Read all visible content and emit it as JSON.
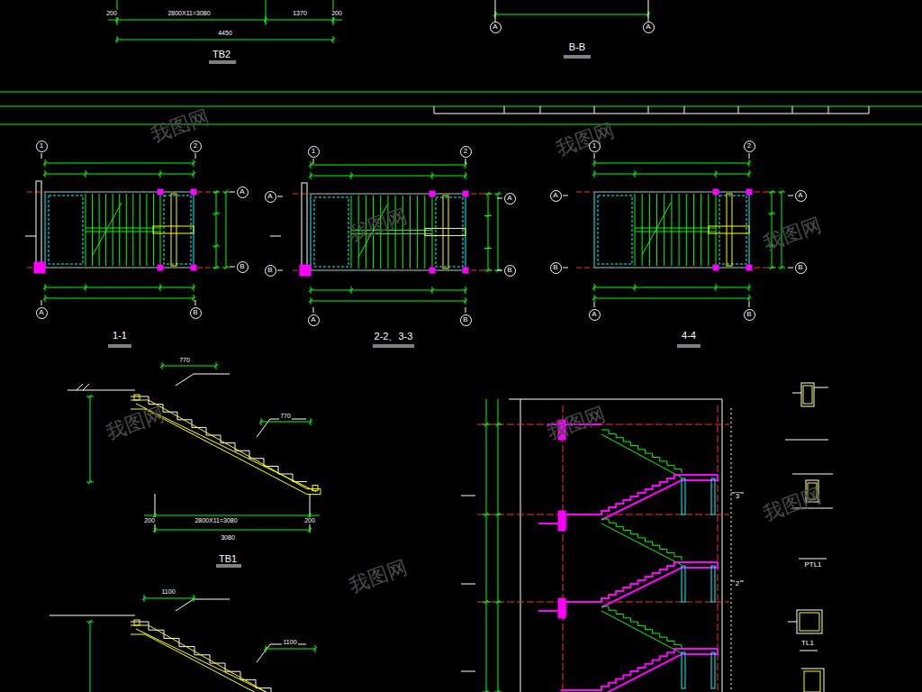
{
  "diagram": {
    "nodes": [
      {
        "text": [
          "A"
        ]
      },
      {
        "text": [
          "A"
        ]
      },
      {
        "text": [
          "1"
        ]
      },
      {
        "text": [
          "2"
        ]
      },
      {
        "text": [
          "1"
        ]
      },
      {
        "text": [
          "2"
        ]
      },
      {
        "text": [
          "1"
        ]
      },
      {
        "text": [
          "2"
        ]
      },
      {
        "text": [
          "A"
        ]
      },
      {
        "text": [
          "B"
        ]
      },
      {
        "text": [
          "A"
        ]
      },
      {
        "text": [
          "B"
        ]
      },
      {
        "text": [
          "A"
        ]
      },
      {
        "text": [
          "B"
        ]
      },
      {
        "text": [
          "A"
        ]
      },
      {
        "text": [
          "B"
        ]
      },
      {
        "text": [
          "A"
        ]
      },
      {
        "text": [
          "B"
        ]
      },
      {
        "text": [
          "A"
        ]
      },
      {
        "text": [
          "B"
        ]
      },
      {
        "text": [
          "A"
        ]
      },
      {
        "text": [
          "B"
        ]
      },
      {
        "text": [
          "A"
        ]
      },
      {
        "text": [
          "B"
        ]
      }
    ],
    "labels": [
      "200",
      "2800X11=3080",
      "1370",
      "200",
      "4450",
      "TB2",
      "B-B",
      "1-1",
      "2-2、3-3",
      "4-4",
      "770",
      "770",
      "200",
      "2800X11=3080",
      "200",
      "3080",
      "TB1",
      "1100",
      "1100",
      "PTL1",
      "TL1",
      "3",
      "2",
      "我图网",
      "我图网",
      "我图网",
      "我图网",
      "我图网",
      "我图网",
      "我图网",
      "我图网"
    ]
  }
}
